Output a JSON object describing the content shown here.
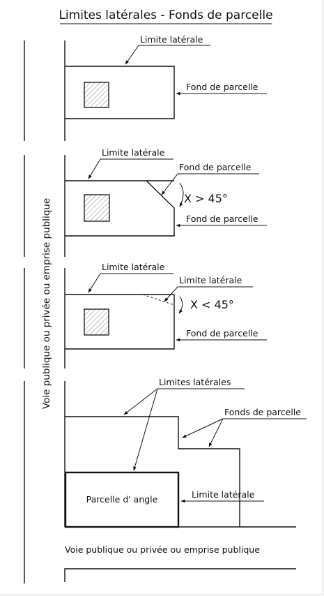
{
  "title": "Limites latérales - Fonds de parcelle",
  "side_label": "Voie publique ou privée ou emprise publique",
  "bottom_label": "Voie publique ou privée ou emprise publique",
  "panel1": {
    "lateral": "Limite latérale",
    "back": "Fond de parcelle"
  },
  "panel2": {
    "lateral": "Limite latérale",
    "back_top": "Fond de parcelle",
    "angle": "X > 45°",
    "back_bottom": "Fond de parcelle"
  },
  "panel3": {
    "lateral": "Limite latérale",
    "lateral2": "Limite latérale",
    "angle": "X < 45°",
    "back": "Fond de parcelle"
  },
  "panel4": {
    "laterals": "Limites latérales",
    "backs": "Fonds de parcelle",
    "corner": "Parcelle d' angle",
    "lateral": "Limite latérale"
  }
}
